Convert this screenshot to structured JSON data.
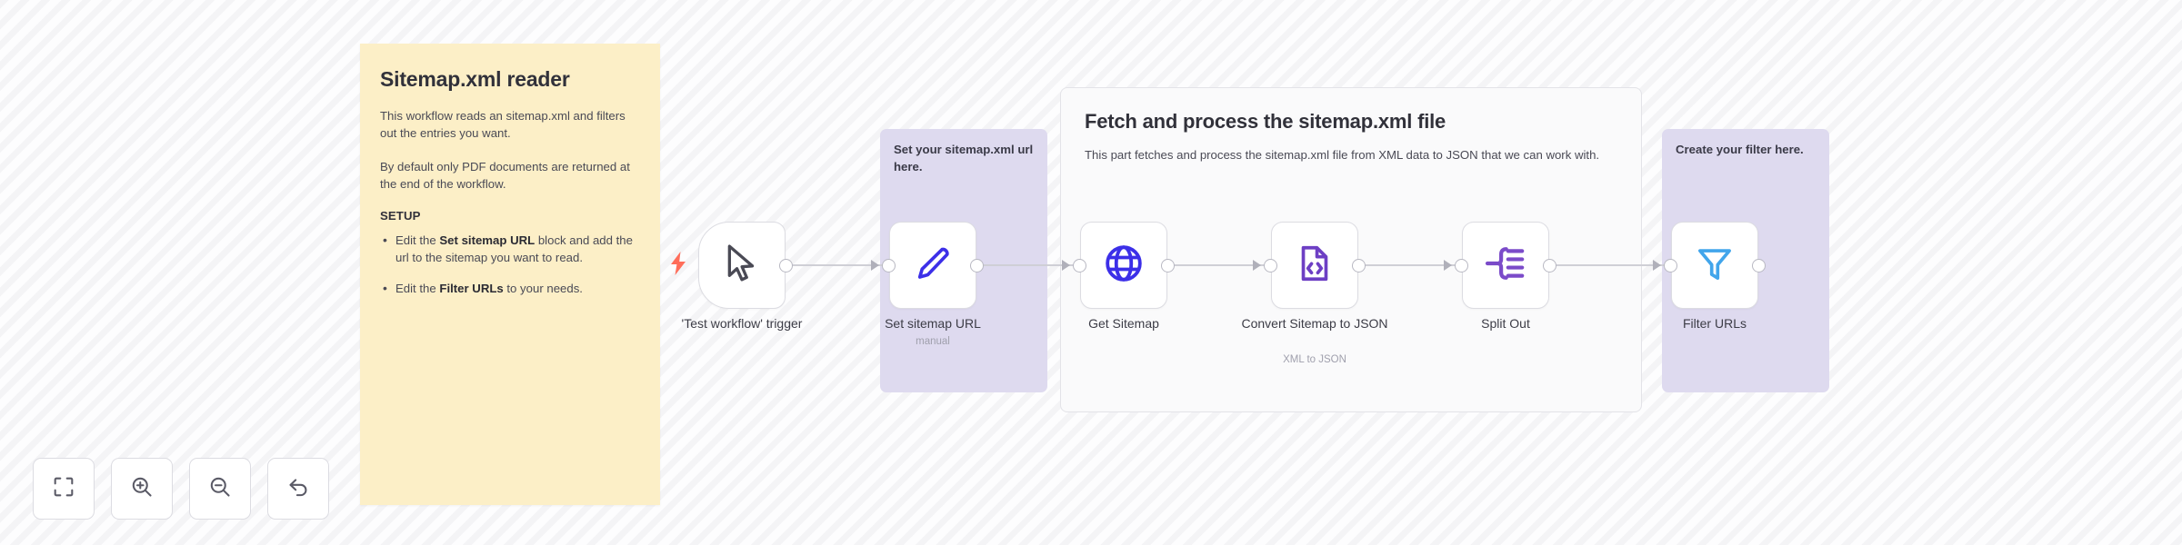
{
  "app": {
    "name": "n8n-workflow-canvas"
  },
  "notes": {
    "overview": {
      "title": "Sitemap.xml reader",
      "paragraph1": "This workflow reads an sitemap.xml and filters out the entries you want.",
      "paragraph2": "By default only PDF documents are returned at the end of the workflow.",
      "setup_heading": "SETUP",
      "bullets": [
        {
          "prefix": "Edit the ",
          "bold": "Set sitemap URL",
          "suffix": " block and add the url to the sitemap you want to read."
        },
        {
          "prefix": "Edit the ",
          "bold": "Filter URLs",
          "suffix": " to your needs."
        }
      ]
    },
    "set_url_note": {
      "text": "Set your sitemap.xml url here."
    },
    "filter_note": {
      "text": "Create your filter here."
    },
    "fetch_panel": {
      "title": "Fetch and process the sitemap.xml file",
      "paragraph": "This part fetches and process the sitemap.xml file from XML data to JSON that we can work with."
    }
  },
  "nodes": [
    {
      "id": "trigger",
      "label": "'Test workflow' trigger",
      "sublabel": "",
      "icon": "cursor-icon"
    },
    {
      "id": "set-url",
      "label": "Set sitemap URL",
      "sublabel": "manual",
      "icon": "pencil-icon"
    },
    {
      "id": "get-sitemap",
      "label": "Get Sitemap",
      "sublabel": "",
      "icon": "globe-icon"
    },
    {
      "id": "convert",
      "label": "Convert Sitemap to JSON",
      "sublabel": "XML to JSON",
      "icon": "file-code-icon"
    },
    {
      "id": "split-out",
      "label": "Split Out",
      "sublabel": "",
      "icon": "split-out-icon"
    },
    {
      "id": "filter",
      "label": "Filter URLs",
      "sublabel": "",
      "icon": "funnel-icon"
    }
  ],
  "toolbar": {
    "buttons": [
      {
        "id": "fit-view",
        "name": "fit-to-view-button",
        "icon": "fit-view-icon"
      },
      {
        "id": "zoom-in",
        "name": "zoom-in-button",
        "icon": "zoom-in-icon"
      },
      {
        "id": "zoom-out",
        "name": "zoom-out-button",
        "icon": "zoom-out-icon"
      },
      {
        "id": "reset-zoom",
        "name": "reset-zoom-button",
        "icon": "undo-arrow-icon"
      }
    ]
  },
  "colors": {
    "sticky_yellow": "#fcefc7",
    "sticky_purple": "#dedaef",
    "canvas_bg": "#f4f4f6",
    "icon_blue": "#4338f0",
    "icon_purple": "#6d3fc4",
    "icon_light_blue": "#41a5eb",
    "bolt_red": "#ff6d5a",
    "connector": "#cfcfd6"
  }
}
